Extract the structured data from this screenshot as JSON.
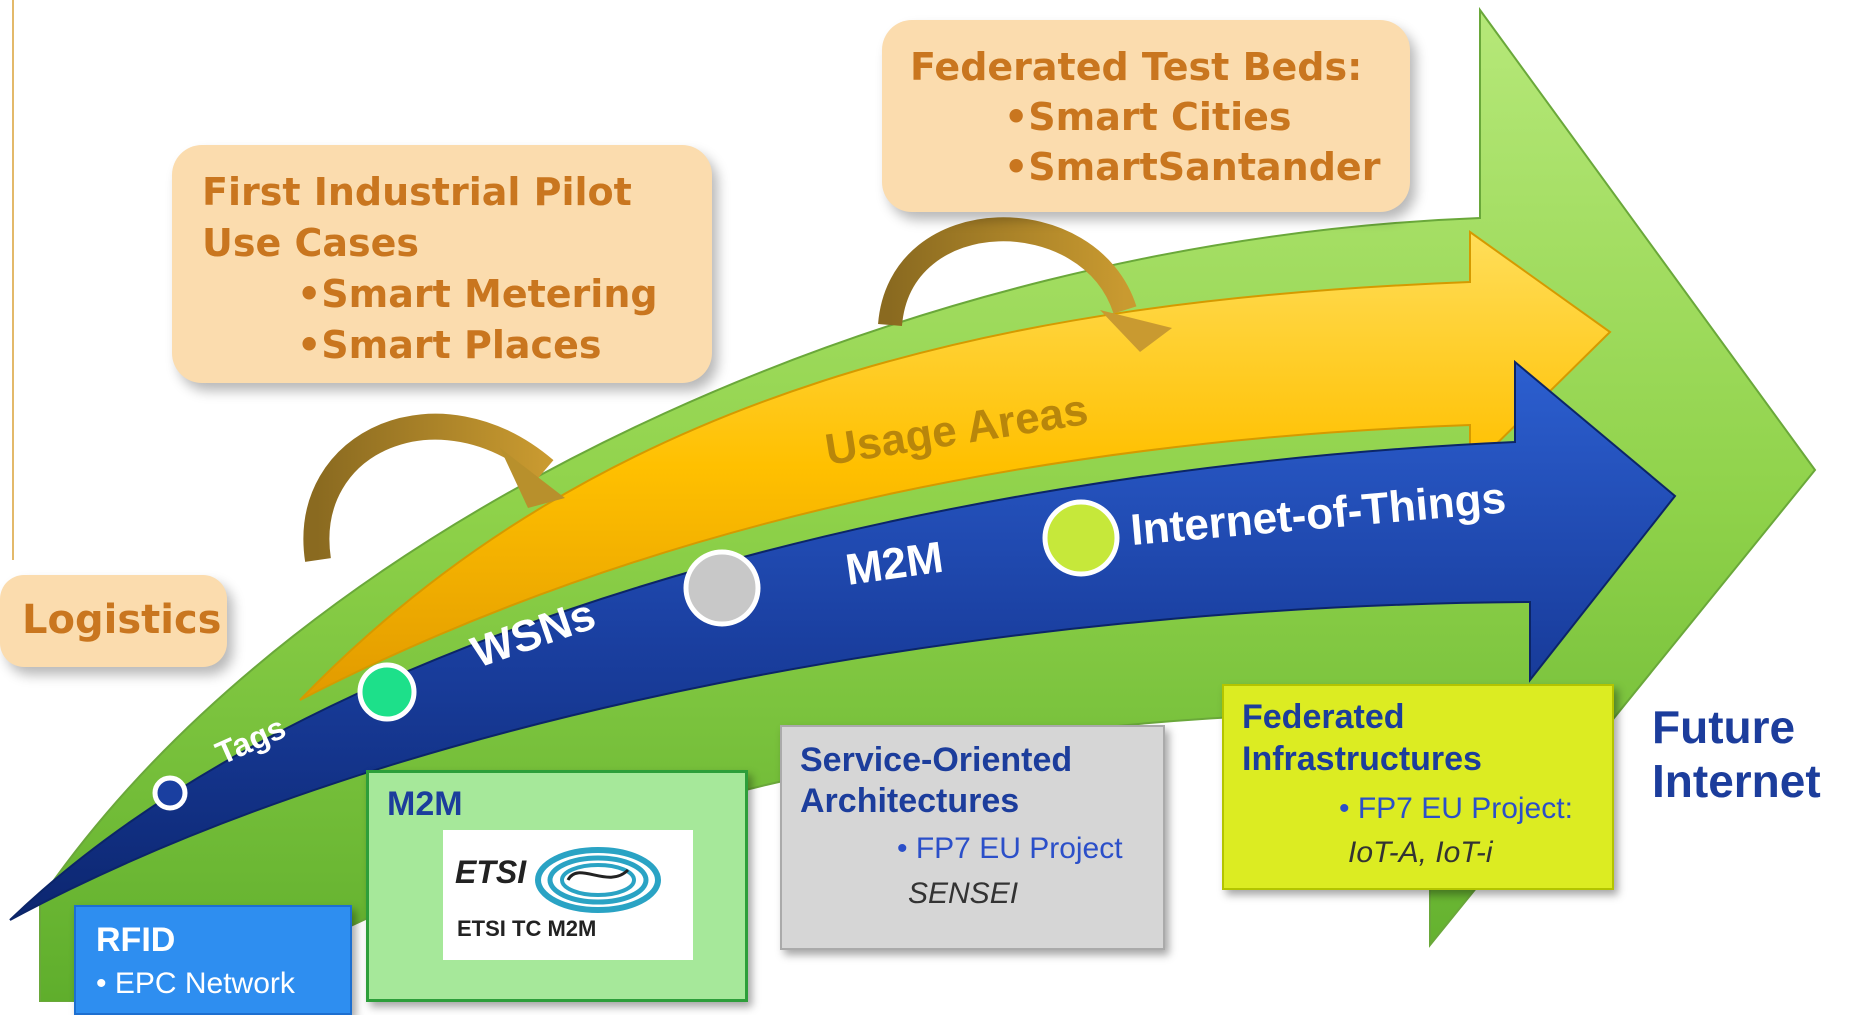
{
  "logistics": {
    "label": "Logistics"
  },
  "pilot": {
    "title": "First Industrial Pilot Use Cases",
    "items": [
      "•Smart Metering",
      "•Smart Places"
    ]
  },
  "testbeds": {
    "title": "Federated Test Beds:",
    "items": [
      "•Smart Cities",
      "•SmartSantander"
    ]
  },
  "arrows": {
    "usage": "Usage Areas",
    "tags": "Tags",
    "wsns": "WSNs",
    "m2m": "M2M",
    "iot": "Internet-of-Things"
  },
  "rfid": {
    "title": "RFID",
    "bullet": "• EPC Network"
  },
  "m2m_box": {
    "title": "M2M",
    "logo_text": "ETSI",
    "logo_caption": "ETSI TC M2M"
  },
  "soa": {
    "title_line1": "Service-Oriented",
    "title_line2": "Architectures",
    "bullet": "• FP7 EU Project",
    "project": "SENSEI"
  },
  "fed": {
    "title_line1": "Federated",
    "title_line2": "Infrastructures",
    "bullet": "• FP7 EU Project:",
    "project": "IoT-A, IoT-i"
  },
  "future": {
    "line1": "Future",
    "line2": "Internet"
  },
  "colors": {
    "green_arrow": "#8fd24a",
    "yellow_arrow": "#ffc000",
    "blue_arrow": "#1a3fa0",
    "peach_box": "#fbdcae",
    "peach_text": "#c9761f",
    "dot_green": "#1de08a",
    "dot_grey": "#c8c8c8",
    "dot_lime": "#c6e83a"
  }
}
